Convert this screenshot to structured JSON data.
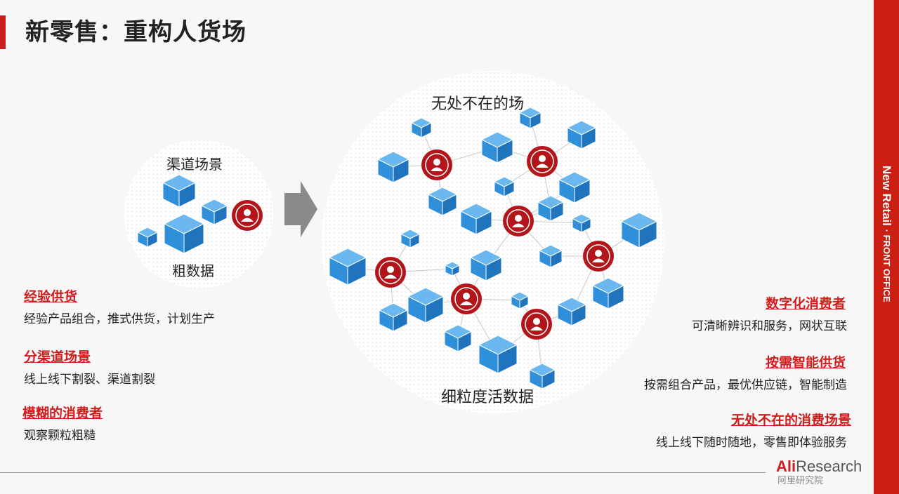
{
  "title": "新零售：重构人货场",
  "sidebar_text_1": "New Retail",
  "sidebar_text_2": "· FRONT OFFICE",
  "left_circle": {
    "top_label": "渠道场景",
    "bottom_label": "粗数据"
  },
  "right_circle": {
    "top_label": "无处不在的场",
    "bottom_label": "细粒度活数据"
  },
  "left_list": [
    {
      "heading": "经验供货",
      "desc": "经验产品组合，推式供货，计划生产"
    },
    {
      "heading": "分渠道场景",
      "desc": "线上线下割裂、渠道割裂"
    },
    {
      "heading": "模糊的消费者",
      "desc": "观察颗粒粗糙"
    }
  ],
  "right_list": [
    {
      "heading": "数字化消费者",
      "desc": "可清晰辨识和服务，网状互联"
    },
    {
      "heading": "按需智能供货",
      "desc": "按需组合产品，最优供应链，智能制造"
    },
    {
      "heading": "无处不在的消费场景",
      "desc": "线上线下随时随地，零售即体验服务"
    }
  ],
  "logo": {
    "brand_a": "Ali",
    "brand_b": "Research",
    "sub": "阿里研究院"
  },
  "colors": {
    "accent": "#cc1f14",
    "cube": "#2f8fd8",
    "avatar": "#b3151b"
  }
}
